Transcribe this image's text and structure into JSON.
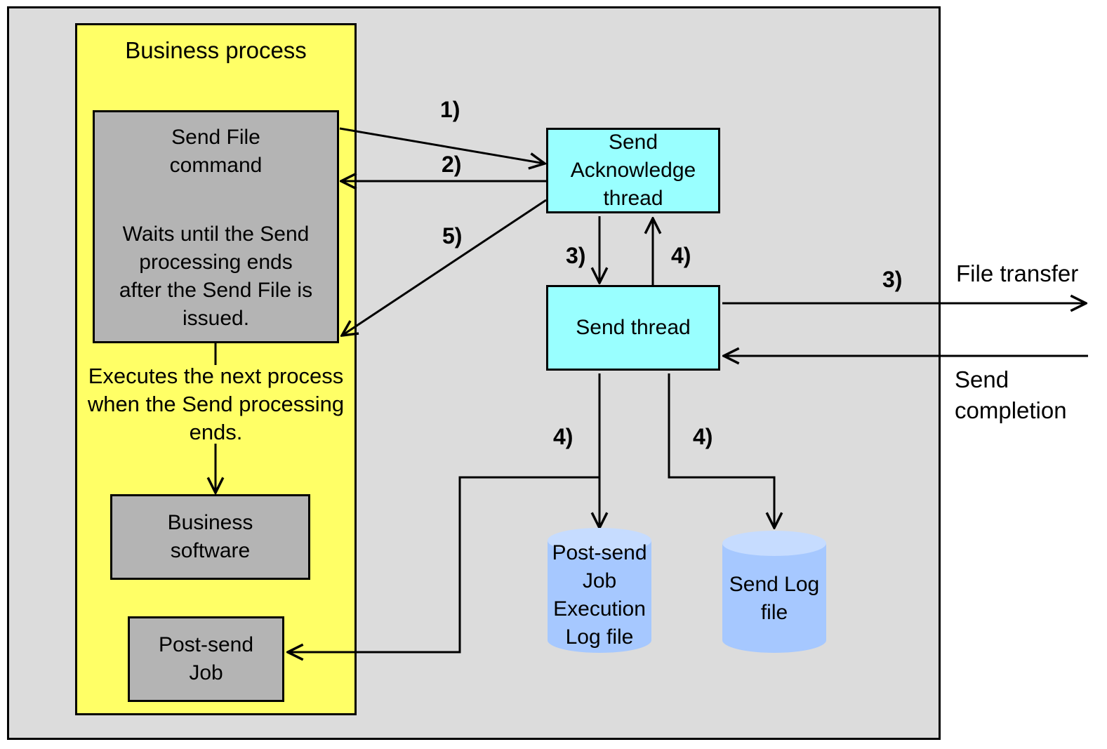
{
  "business_process": {
    "title": "Business process",
    "next_process_text": [
      "Executes the next process",
      "when the Send processing",
      "ends."
    ]
  },
  "send_file_command": {
    "title": [
      "Send File",
      "command"
    ],
    "description": [
      "Waits until the Send",
      "processing ends",
      "after the Send File is",
      "issued."
    ]
  },
  "business_software": [
    "Business",
    "software"
  ],
  "post_send_job": [
    "Post-send",
    "Job"
  ],
  "send_ack_thread": [
    "Send",
    "Acknowledge",
    "thread"
  ],
  "send_thread": "Send thread",
  "post_send_log": [
    "Post-send",
    "Job",
    "Execution",
    "Log file"
  ],
  "send_log": [
    "Send Log",
    "file"
  ],
  "external": {
    "file_transfer": "File transfer",
    "send_completion": [
      "Send",
      "completion"
    ]
  },
  "step_labels": {
    "s1": "1)",
    "s2": "2)",
    "s5": "5)",
    "s3_down": "3)",
    "s4_up": "4)",
    "s3_transfer": "3)",
    "s4_left": "4)",
    "s4_right": "4)"
  },
  "colors": {
    "outer_bg": "#dcdcdc",
    "business_bg": "#ffff66",
    "gray_box": "#b4b4b4",
    "thread_box": "#99ffff",
    "cylinder": "#a6c8ff"
  }
}
